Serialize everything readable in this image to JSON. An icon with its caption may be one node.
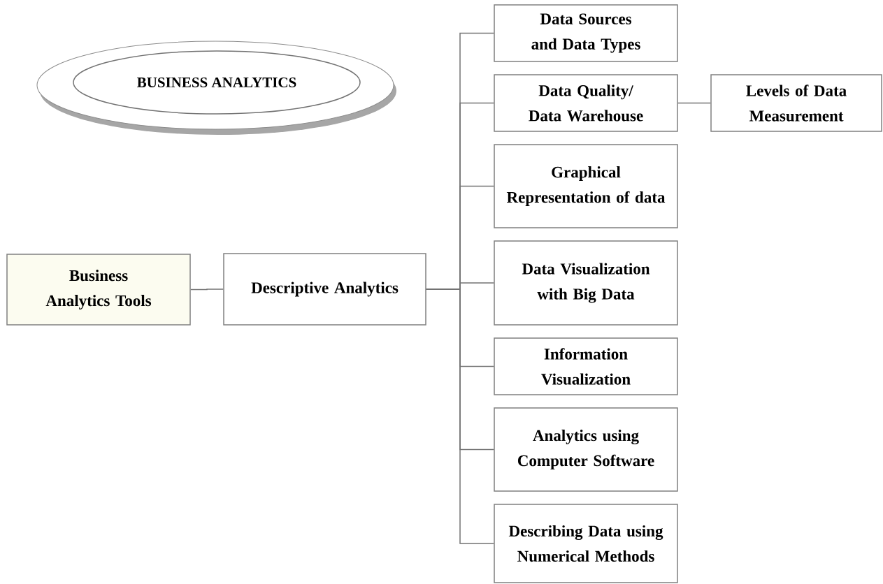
{
  "diagram": {
    "nodes": [
      {
        "text": [
          "BUSINESS ANALYTICS"
        ]
      },
      {
        "text": [
          "Business Analytics Tools"
        ]
      },
      {
        "text": [
          "Descriptive Analytics"
        ]
      },
      {
        "text": [
          "Data Sources and Data Types"
        ]
      },
      {
        "text": [
          "Data Quality/ Data Warehouse"
        ]
      },
      {
        "text": [
          "Levels of Data Measurement"
        ]
      },
      {
        "text": [
          "Graphical Representation of data"
        ]
      },
      {
        "text": [
          "Data Visualization with Big Data"
        ]
      },
      {
        "text": [
          "Information Visualization"
        ]
      },
      {
        "text": [
          "Analytics using Computer Software"
        ]
      },
      {
        "text": [
          "Describing Data using Numerical Methods"
        ]
      }
    ],
    "edges": [
      {
        "from": 1,
        "to": 2,
        "arrow": "none"
      },
      {
        "from": 2,
        "to": 3,
        "arrow": "none"
      },
      {
        "from": 2,
        "to": 4,
        "arrow": "none"
      },
      {
        "from": 2,
        "to": 6,
        "arrow": "none"
      },
      {
        "from": 2,
        "to": 7,
        "arrow": "none"
      },
      {
        "from": 2,
        "to": 8,
        "arrow": "none"
      },
      {
        "from": 2,
        "to": 9,
        "arrow": "none"
      },
      {
        "from": 2,
        "to": 10,
        "arrow": "none"
      },
      {
        "from": 4,
        "to": 5,
        "arrow": "none"
      }
    ]
  }
}
